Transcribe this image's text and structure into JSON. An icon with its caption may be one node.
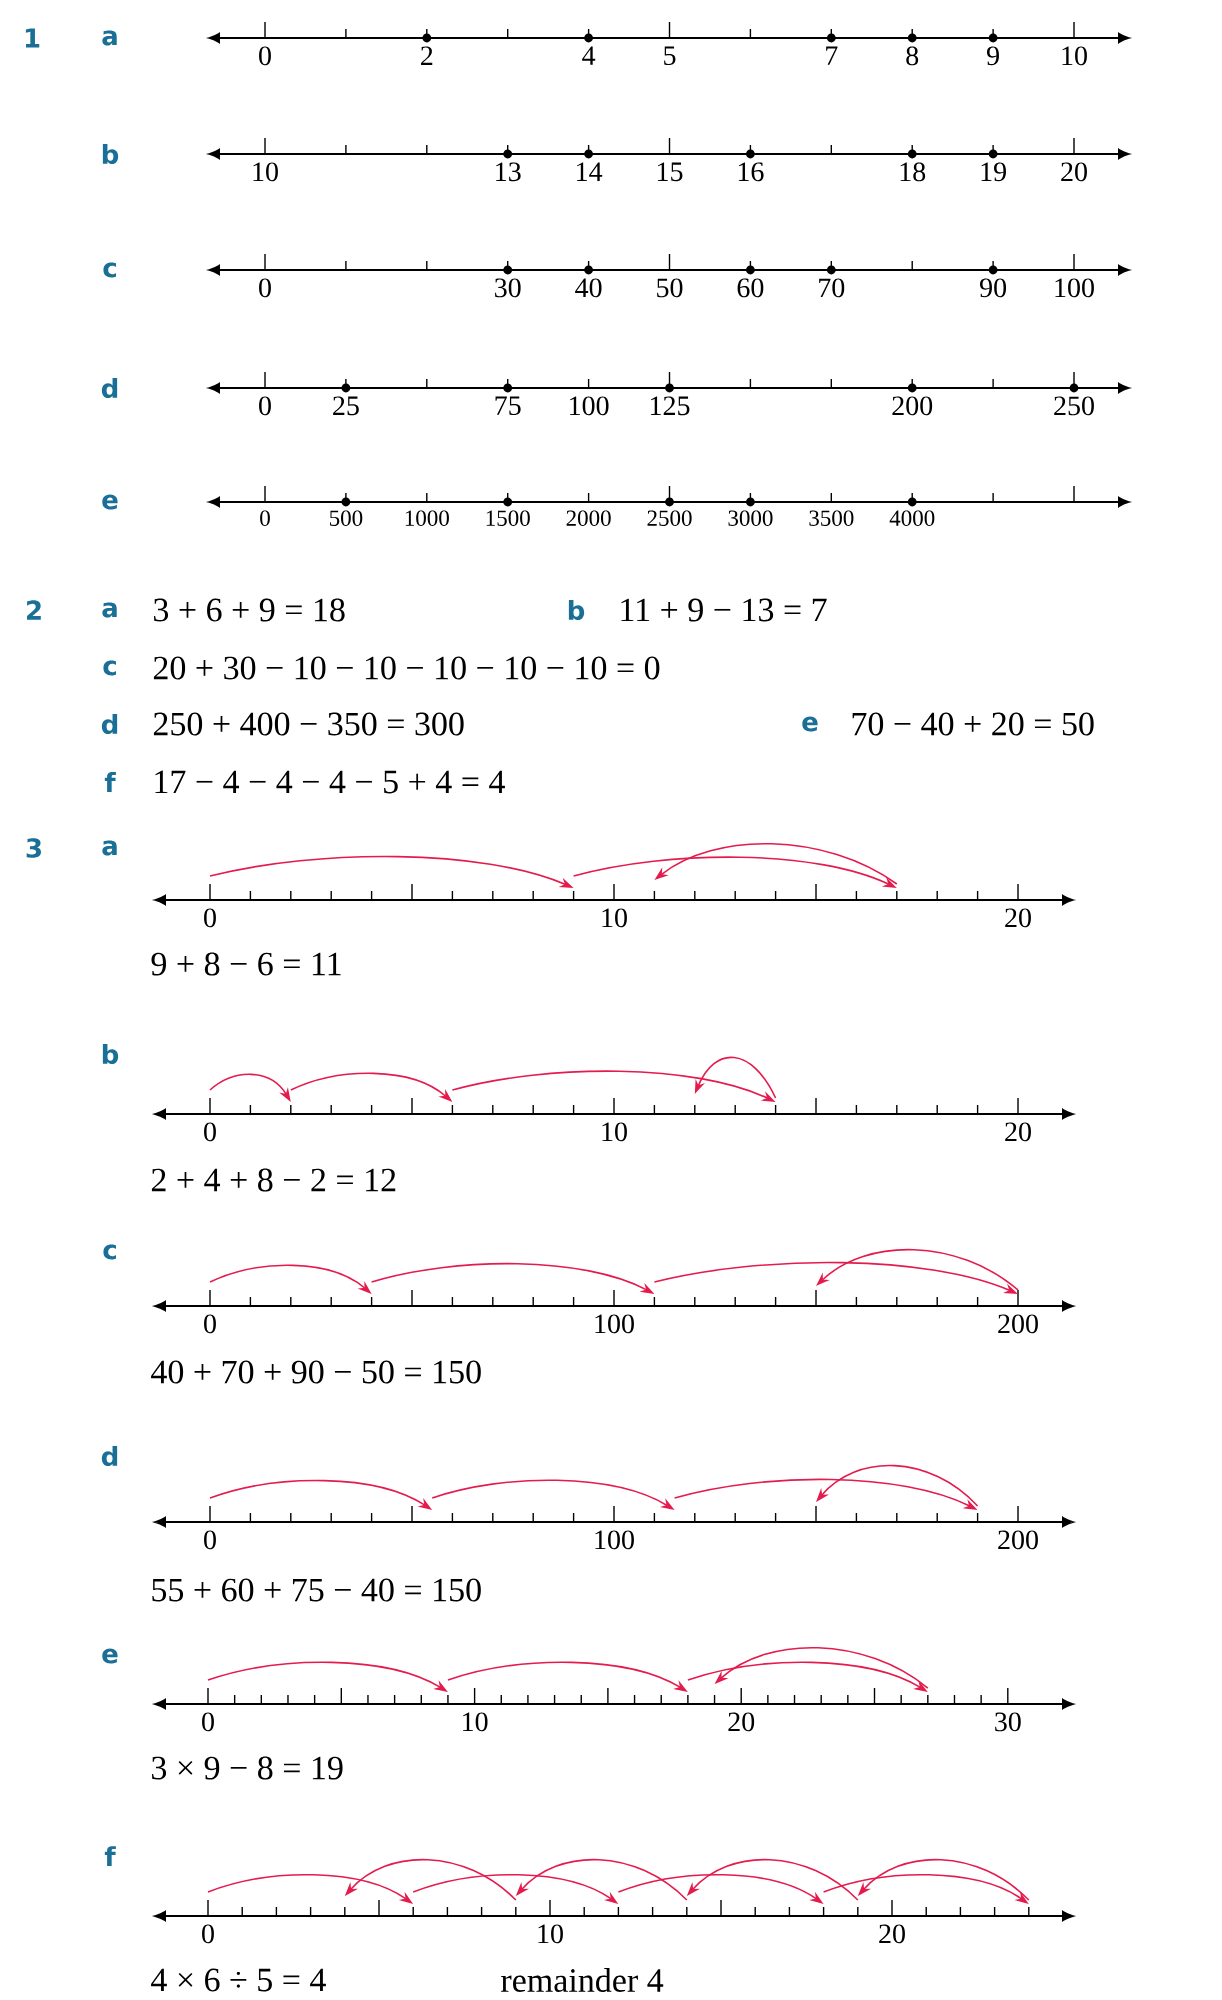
{
  "diagram": {
    "labels": [
      "1",
      "a",
      "0",
      "2",
      "4",
      "5",
      "7",
      "8",
      "9",
      "10",
      "b",
      "10",
      "13",
      "14",
      "15",
      "16",
      "18",
      "19",
      "20",
      "c",
      "0",
      "30",
      "40",
      "50",
      "60",
      "70",
      "90",
      "100",
      "d",
      "0",
      "25",
      "75",
      "100",
      "125",
      "200",
      "250",
      "e",
      "0",
      "500",
      "1000",
      "1500",
      "2000",
      "2500",
      "3000",
      "3500",
      "4000",
      "2",
      "a",
      "3 + 6 + 9 = 18",
      "b",
      "11 + 9 − 13 = 7",
      "c",
      "20 + 30 − 10 − 10 − 10 − 10 − 10 = 0",
      "d",
      "250 + 400 − 350 = 300",
      "e",
      "70 − 40 + 20 = 50",
      "f",
      "17 − 4 − 4 − 4 − 5 + 4 = 4",
      "3",
      "a",
      "0",
      "10",
      "20",
      "9 + 8 − 6 = 11",
      "b",
      "0",
      "10",
      "20",
      "2 + 4 + 8 − 2 = 12",
      "c",
      "0",
      "100",
      "200",
      "40 + 70 + 90 − 50 = 150",
      "d",
      "0",
      "100",
      "200",
      "55 + 60 + 75 − 40 = 150",
      "e",
      "0",
      "10",
      "20",
      "30",
      "3 × 9 − 8 = 19",
      "f",
      "0",
      "10",
      "20",
      "4 × 6 ÷ 5 = 4",
      "remainder 4"
    ]
  }
}
